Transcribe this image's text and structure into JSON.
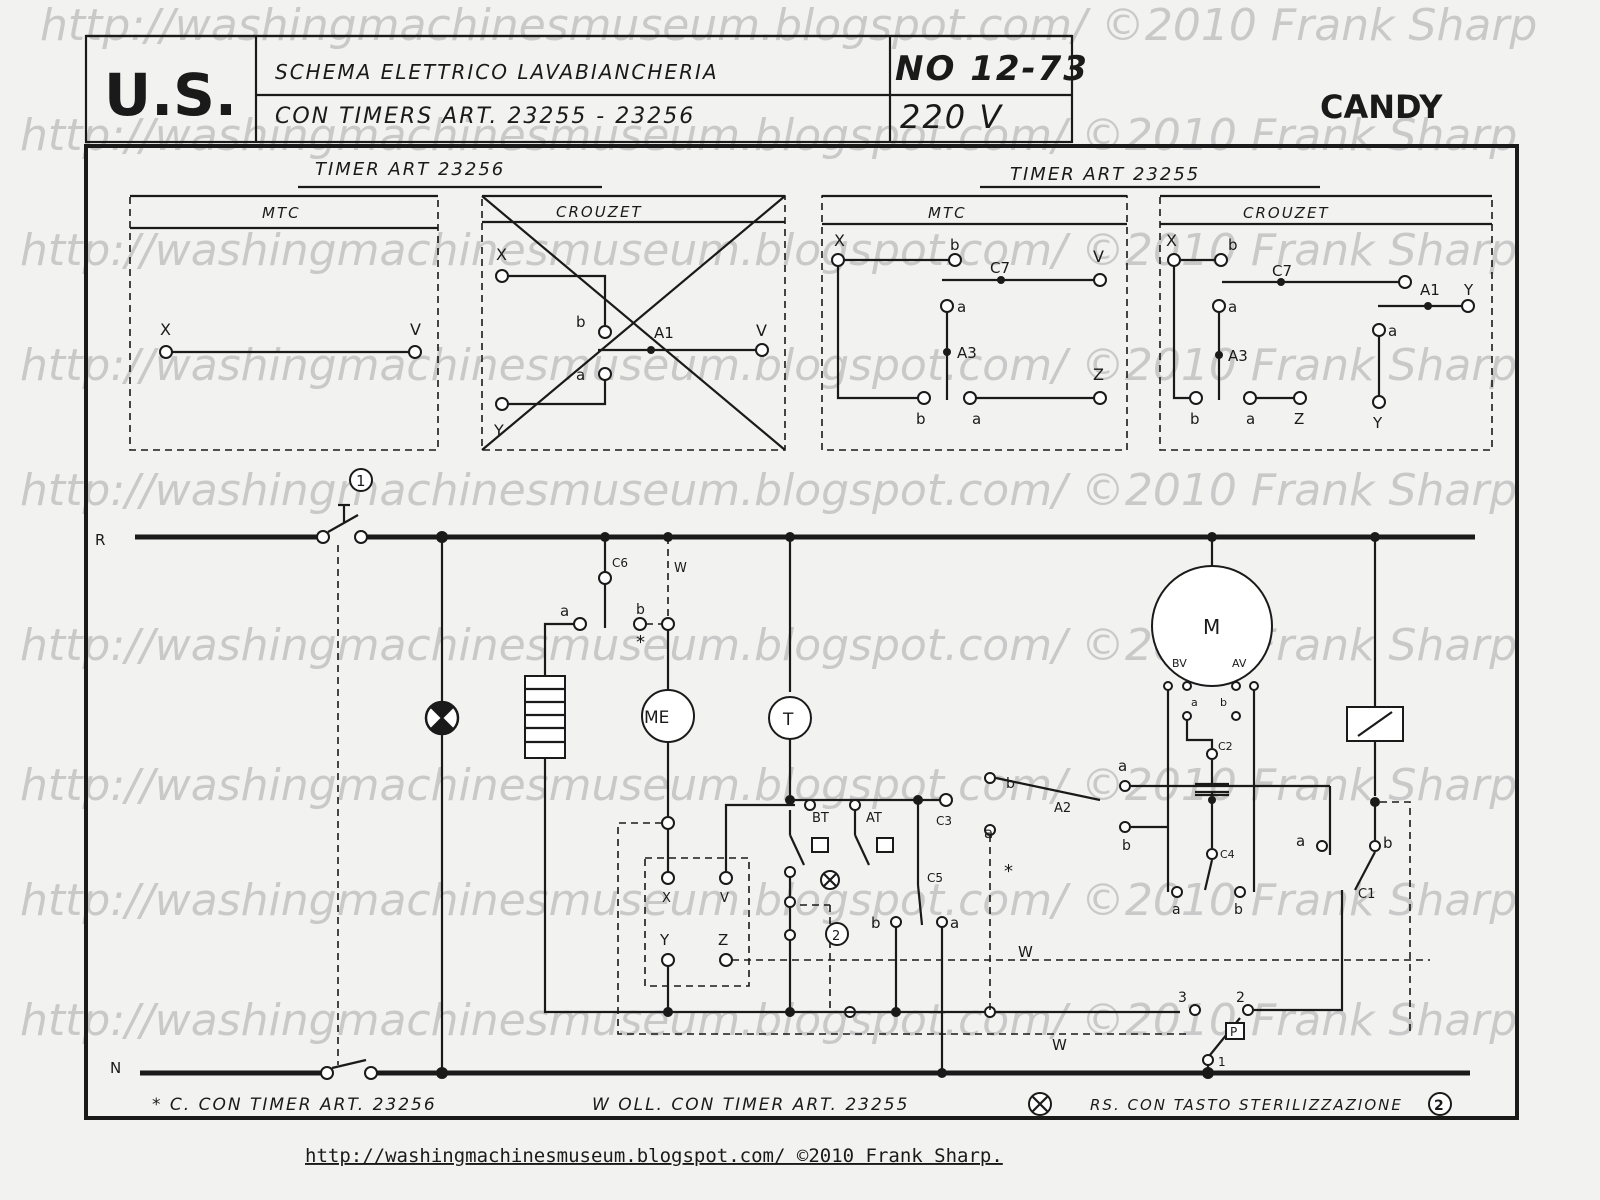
{
  "header": {
    "logo": "U.S.",
    "title_line1": "SCHEMA ELETTRICO LAVABIANCHERIA",
    "title_line2": "CON TIMERS ART. 23255 - 23256",
    "code": "NO 12-73",
    "voltage": "220 V",
    "brand": "CANDY"
  },
  "watermark": "http://washingmachinesmuseum.blogspot.com/ ©2010 Frank Sharp",
  "timers": [
    {
      "title": "TIMER ART 23256",
      "panels": [
        "MTC",
        "CROUZET"
      ]
    },
    {
      "title": "TIMER ART 23255",
      "panels": [
        "MTC",
        "CROUZET"
      ]
    }
  ],
  "labels": {
    "x": "X",
    "v": "V",
    "y": "Y",
    "z": "Z",
    "a": "a",
    "b": "b",
    "a1": "A1",
    "a2": "A2",
    "a3": "A3",
    "c1": "C1",
    "c2": "C2",
    "c3": "C3",
    "c4": "C4",
    "c5": "C5",
    "c6": "C6",
    "c7": "C7",
    "r": "R",
    "n": "N",
    "motor": "M",
    "bv": "BV",
    "av": "AV",
    "me": "ME",
    "t": "T",
    "bt": "BT",
    "at": "AT",
    "p": "P",
    "one": "1",
    "two": "2",
    "three": "3",
    "w": "W",
    "star": "*"
  },
  "footer": {
    "note_star": "* C. CON TIMER ART. 23256",
    "note_w": "W OLL. CON TIMER ART. 23255",
    "note_lamp": "RS. CON TASTO STERILIZZAZIONE",
    "url": "http://washingmachinesmuseum.blogspot.com/  ©2010 Frank Sharp."
  }
}
